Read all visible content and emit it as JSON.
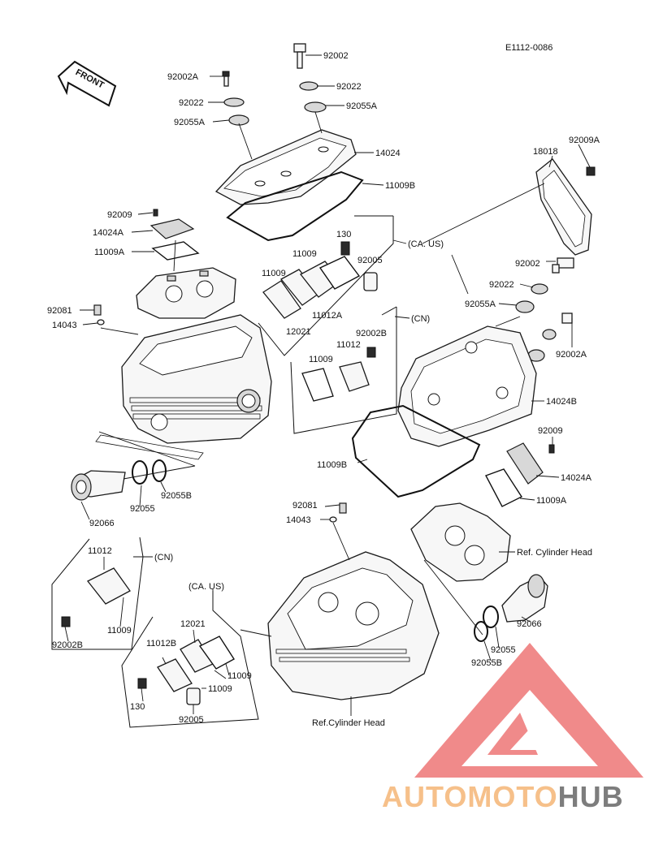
{
  "drawing_id": "E1112-0086",
  "front_label": "FRONT",
  "labels": {
    "p92002_top": "92002",
    "p92002A_top": "92002A",
    "p92022_top_l": "92022",
    "p92022_top_r": "92022",
    "p92055A_top_l": "92055A",
    "p92055A_top_r": "92055A",
    "p14024": "14024",
    "p11009B_top": "11009B",
    "p92009A": "92009A",
    "p18018": "18018",
    "p92009_l": "92009",
    "p14024A_l": "14024A",
    "p11009A_l": "11009A",
    "p130_top": "130",
    "p11009_a": "11009",
    "p11009_b": "11009",
    "p92005_top": "92005",
    "p11012A": "11012A",
    "p12021_top": "12021",
    "p92081_top": "92081",
    "p14043_top": "14043",
    "p92002B_mid": "92002B",
    "p11012_mid": "11012",
    "p11009_mid": "11009",
    "p92002_r": "92002",
    "p92022_r": "92022",
    "p92055A_r": "92055A",
    "p92002A_r": "92002A",
    "p14024B": "14024B",
    "p11009B_r": "11009B",
    "p92009_r": "92009",
    "p14024A_r": "14024A",
    "p11009A_r": "11009A",
    "p92066_l": "92066",
    "p92055_l": "92055",
    "p92055B_l": "92055B",
    "p92081_bot": "92081",
    "p14043_bot": "14043",
    "p11012_bot": "11012",
    "p11009_bot_l": "11009",
    "p92002B_bot": "92002B",
    "p12021_bot": "12021",
    "p11012B": "11012B",
    "p11009_bot_r1": "11009",
    "p11009_bot_r2": "11009",
    "p130_bot": "130",
    "p92005_bot": "92005",
    "p92066_r": "92066",
    "p92055_r": "92055",
    "p92055B_r": "92055B"
  },
  "groups": {
    "ca_us_top": "(CA. US)",
    "cn_top": "(CN)",
    "cn_bot": "(CN)",
    "ca_us_bot": "(CA. US)"
  },
  "refs": {
    "cyl_head_r": "Ref. Cylinder Head",
    "cyl_head_bot": "Ref.Cylinder Head"
  },
  "watermark": {
    "part1": "AUTOMOTO",
    "part2": "HUB",
    "color_light": "#f6c08a",
    "color_dark": "#7d7d7d",
    "logo_color": "#ec6a6a"
  }
}
